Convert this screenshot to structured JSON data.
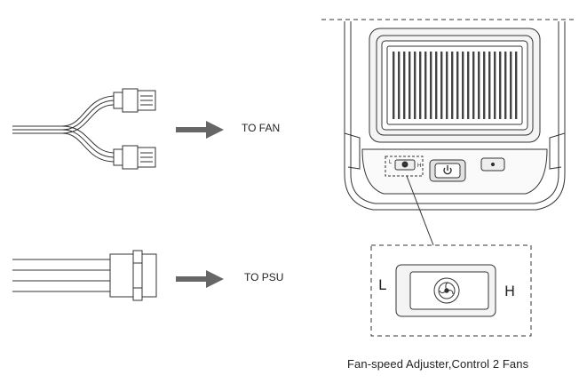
{
  "labels": {
    "to_fan": "TO FAN",
    "to_psu": "TO PSU",
    "caption": "Fan-speed Adjuster,Control 2 Fans",
    "low": "L",
    "high": "H"
  },
  "icons": {
    "fan_connector": "fan-connector-icon",
    "psu_connector": "psu-connector-icon",
    "arrow": "arrow-right-icon",
    "device": "device-front-panel-icon",
    "power": "power-icon",
    "fan": "fan-icon"
  },
  "colors": {
    "line": "#333333",
    "arrow": "#666666",
    "fill_light": "#f2f2f2",
    "fill_mid": "#d9d9d9"
  }
}
